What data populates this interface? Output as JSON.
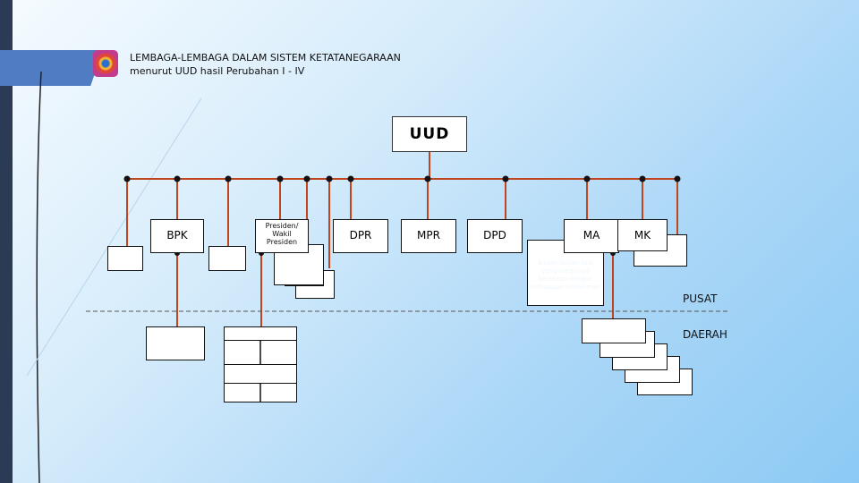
{
  "header": {
    "title_line1": "LEMBAGA-LEMBAGA DALAM SISTEM  KETATANEGARAAN",
    "title_line2": "menurut UUD hasil Perubahan I - IV"
  },
  "diagram": {
    "root": "UUD",
    "institutions": {
      "bpk": "BPK",
      "presiden": "Presiden/ Wakil Presiden",
      "dpr": "DPR",
      "mpr": "MPR",
      "dpd": "DPD",
      "ma": "MA",
      "mk": "MK"
    },
    "ma_note": "Badan-badan lain yang fungsinya berkaitan dengan kekuasaan kehakiman",
    "level_labels": {
      "pusat": "PUSAT",
      "daerah": "DAERAH"
    },
    "colors": {
      "connector": "#c0441d",
      "divider": "#555555"
    }
  }
}
